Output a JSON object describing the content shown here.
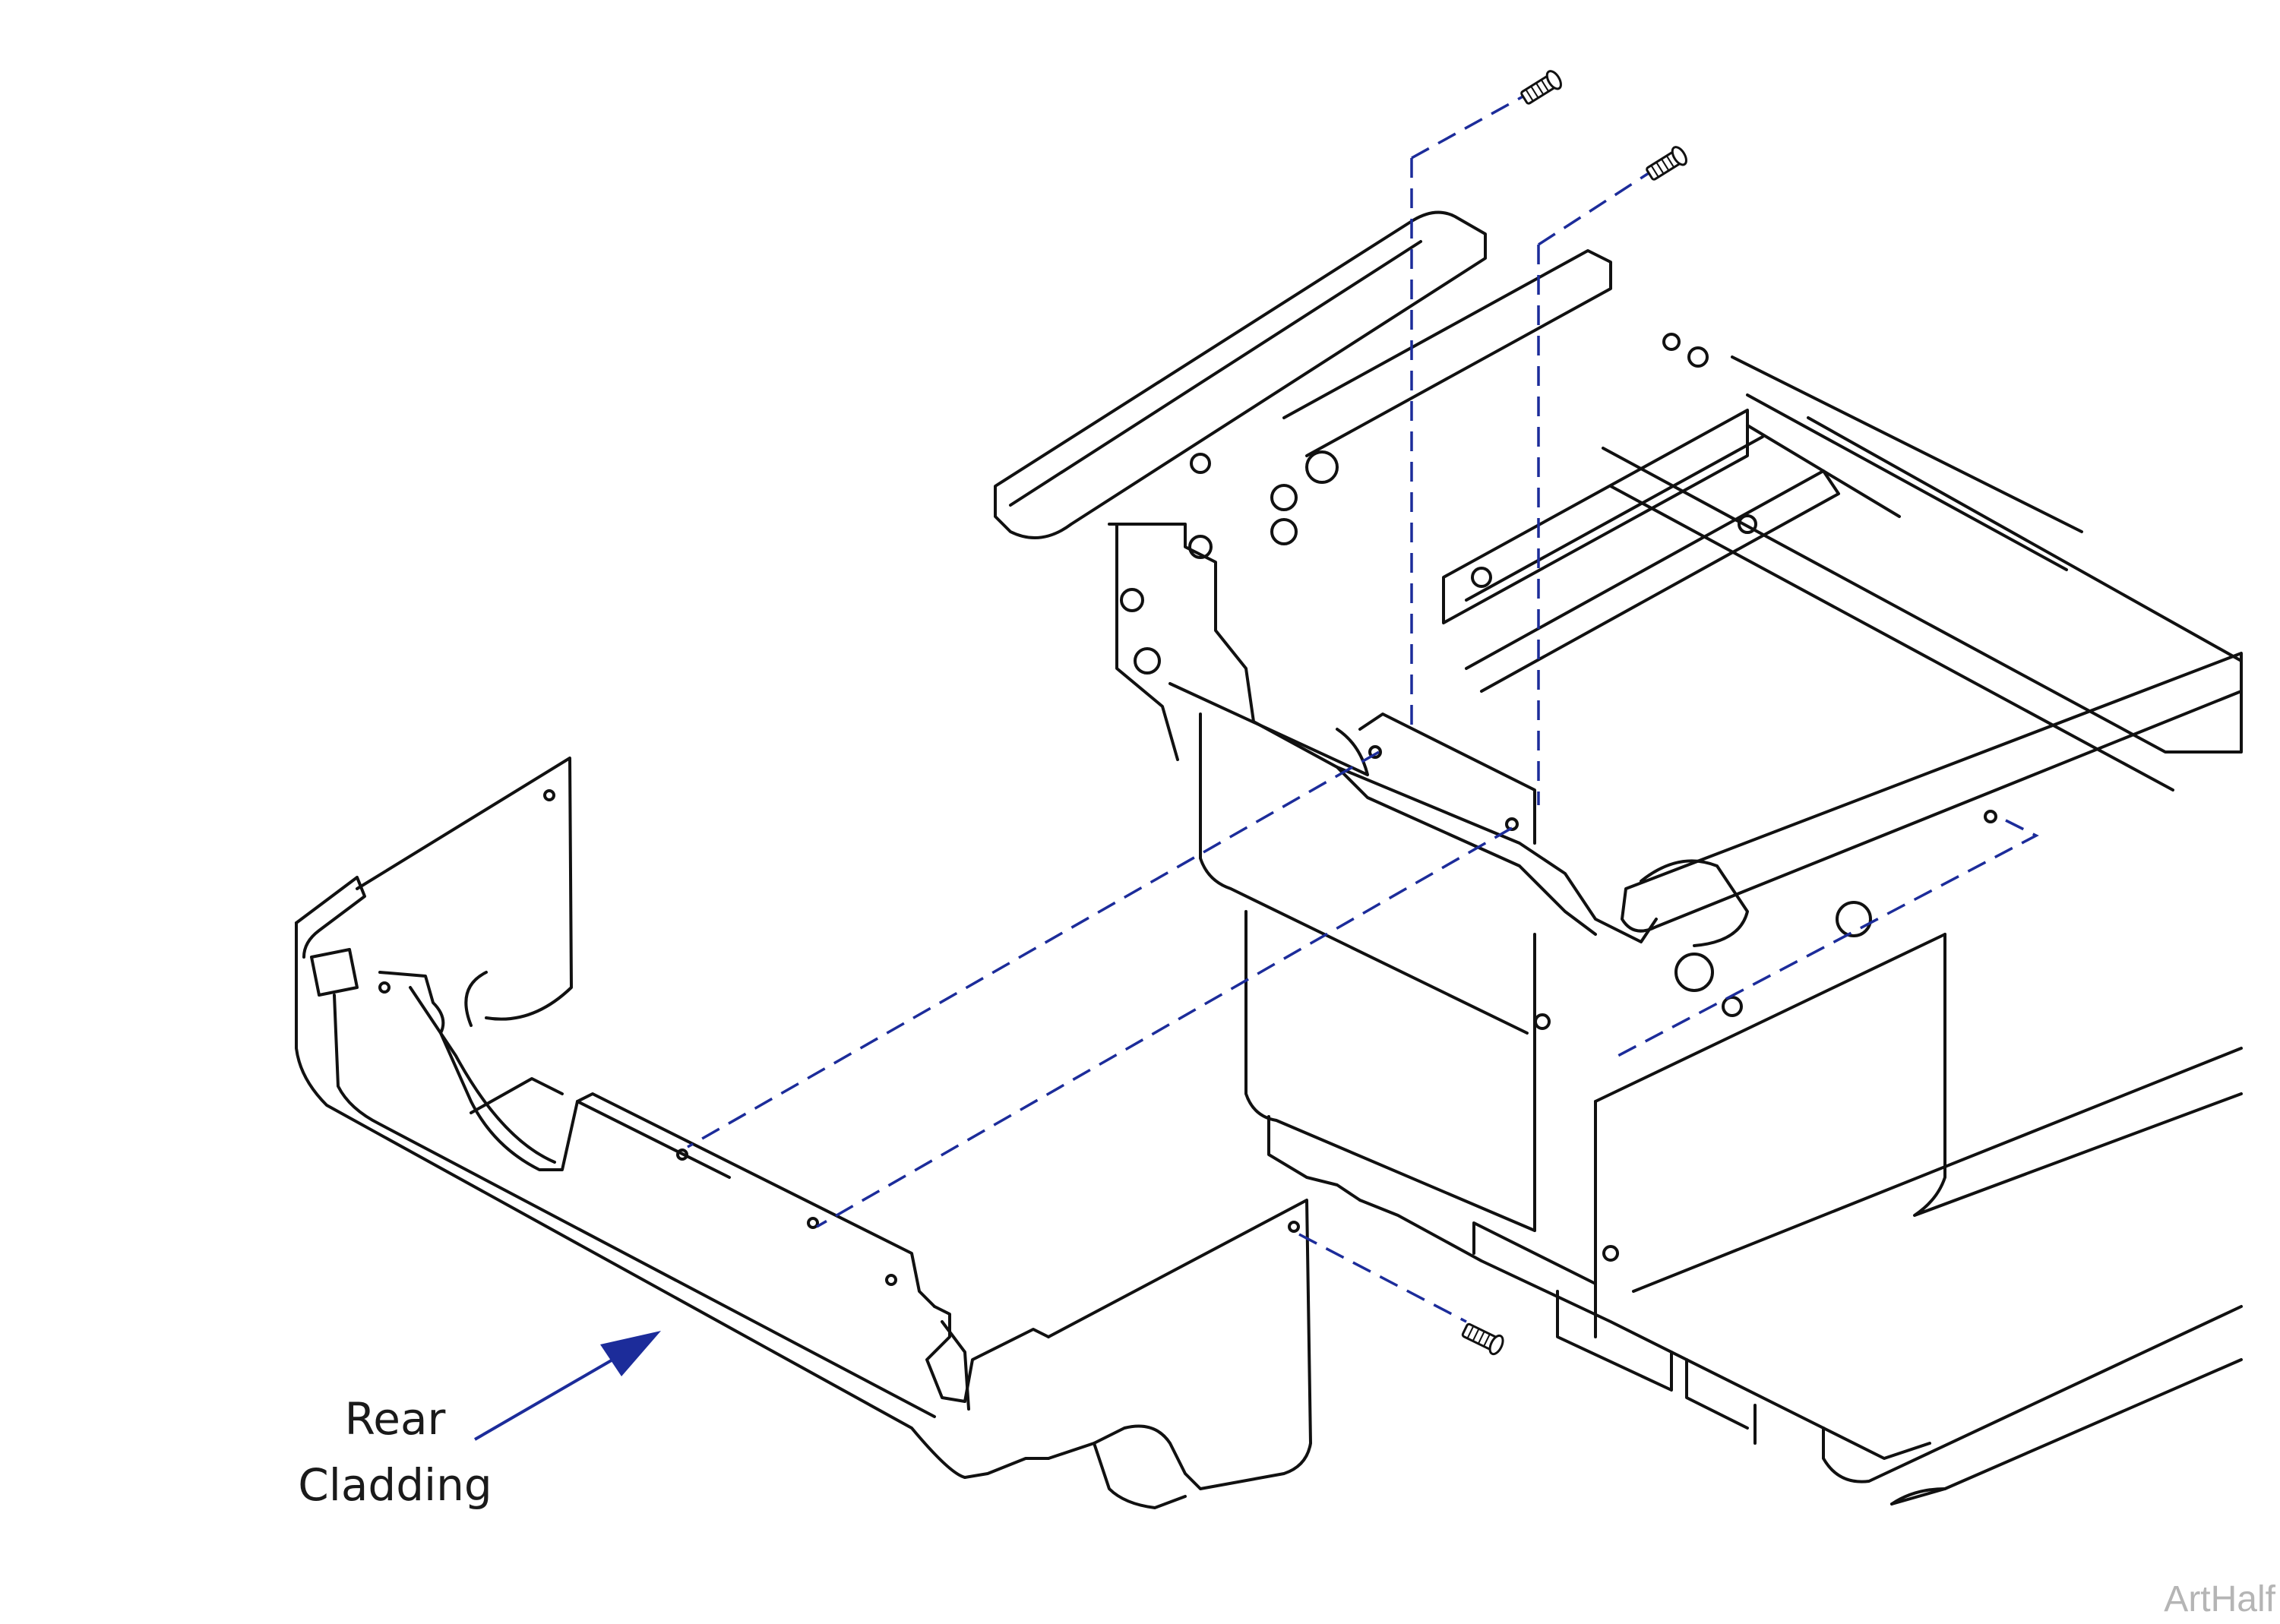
{
  "diagram": {
    "callout_label": {
      "line1": "Rear",
      "line2": "Cladding"
    },
    "watermark": "ArtHalf"
  },
  "colors": {
    "line": "#111111",
    "guide": "#1c2c9a",
    "arrow": "#1c2c9a",
    "watermark": "#b5b5b5",
    "background": "#ffffff"
  },
  "icons": {
    "screw": "screw-icon",
    "arrow": "arrow-icon"
  }
}
